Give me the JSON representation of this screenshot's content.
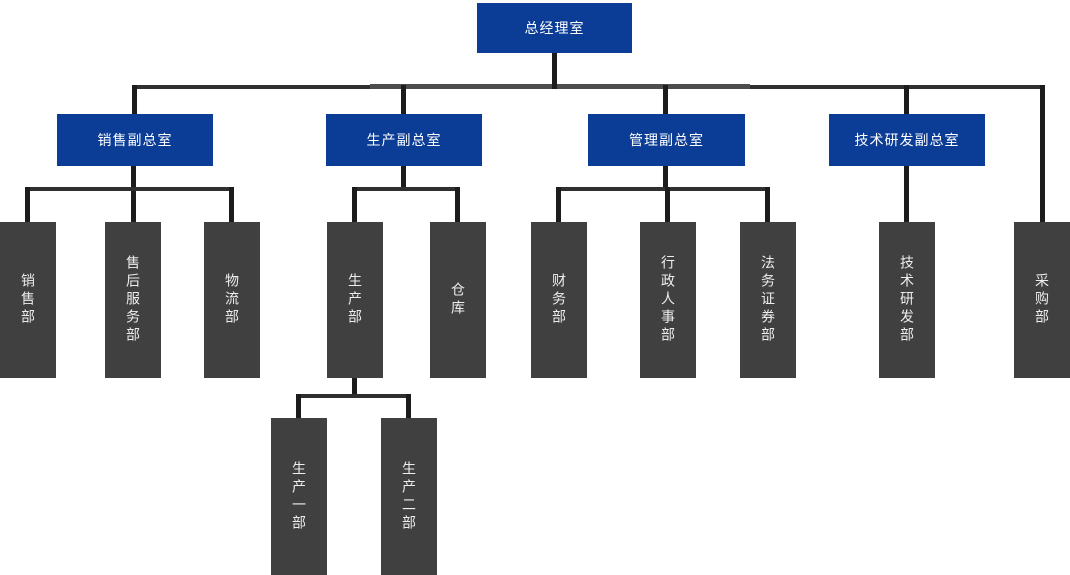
{
  "chart": {
    "type": "org-chart",
    "root": {
      "label": "总经理室"
    },
    "branches": [
      {
        "label": "销售副总室",
        "children": [
          {
            "label": "销售部"
          },
          {
            "label": "售后服务部"
          },
          {
            "label": "物流部"
          }
        ]
      },
      {
        "label": "生产副总室",
        "children": [
          {
            "label": "生产部",
            "children": [
              {
                "label": "生产一部"
              },
              {
                "label": "生产二部"
              }
            ]
          },
          {
            "label": "仓库"
          }
        ]
      },
      {
        "label": "管理副总室",
        "children": [
          {
            "label": "财务部"
          },
          {
            "label": "行政人事部"
          },
          {
            "label": "法务证券部"
          }
        ]
      },
      {
        "label": "技术研发副总室",
        "children": [
          {
            "label": "技术研发部"
          }
        ]
      }
    ],
    "root_direct_departments": [
      {
        "label": "采购部"
      }
    ]
  },
  "colors": {
    "office_node": "#0c3d96",
    "department_node": "#404040",
    "connector_dark": "#1c1c1c",
    "connector_gray": "#4d4d4d",
    "node_text": "#ffffff",
    "background": "#ffffff"
  }
}
